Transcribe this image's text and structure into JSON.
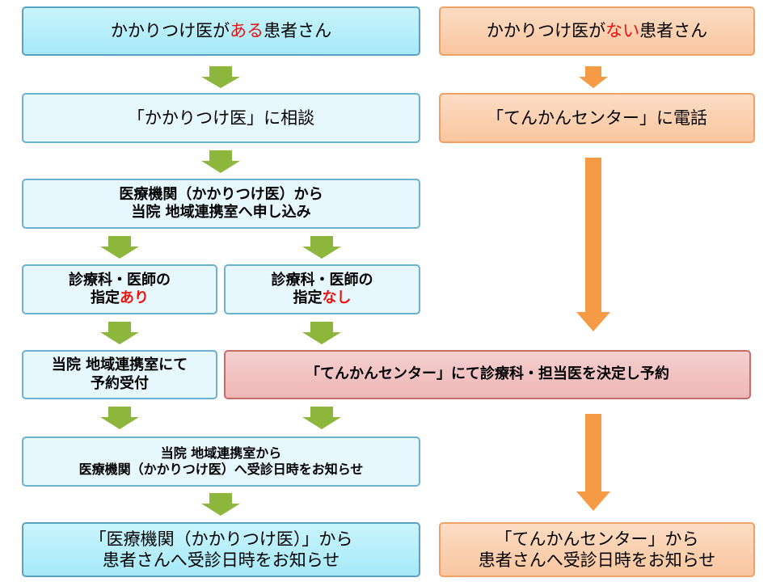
{
  "colors": {
    "blue_fill": "#b8eefa",
    "blue_light_fill": "#e6f7fd",
    "blue_border": "#5aa1c2",
    "orange_fill": "#fbd1b2",
    "orange_border": "#f0a165",
    "pink_fill": "#f2c3c3",
    "pink_border": "#c66b6b",
    "green_arrow": "#8cb63c",
    "orange_arrow": "#f59a45",
    "highlight_red": "#e8140f"
  },
  "left": {
    "header": {
      "pre": "かかりつけ医が",
      "highlight": "ある",
      "post": "患者さん"
    },
    "step1": "「かかりつけ医」に相談",
    "step2": "医療機関（かかりつけ医）から\n当院 地域連携室へ申し込み",
    "branch_yes": {
      "line1": "診療科・医師の",
      "pre": "指定",
      "highlight": "あり"
    },
    "branch_no": {
      "line1": "診療科・医師の",
      "pre": "指定",
      "highlight": "なし"
    },
    "reception": "当院 地域連携室にて\n予約受付",
    "notify": "当院 地域連携室から\n医療機関（かかりつけ医）へ受診日時をお知らせ",
    "final": "「医療機関（かかりつけ医）」から\n患者さんへ受診日時をお知らせ"
  },
  "right": {
    "header": {
      "pre": "かかりつけ医が",
      "highlight": "ない",
      "post": "患者さん"
    },
    "step1": "「てんかんセンター」に電話",
    "final": "「てんかんセンター」から\n患者さんへ受診日時をお知らせ"
  },
  "center": {
    "decision": "「てんかんセンター」にて診療科・担当医を決定し予約"
  }
}
